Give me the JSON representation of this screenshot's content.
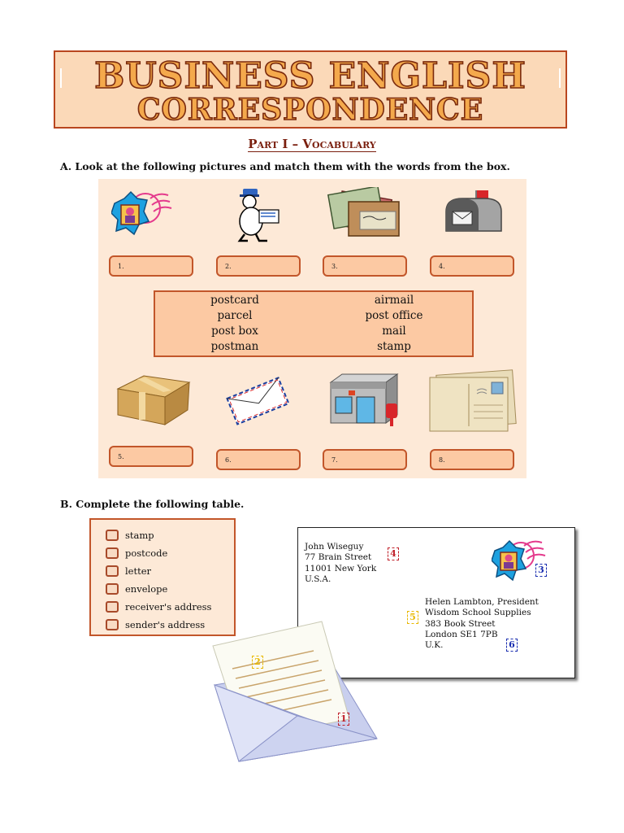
{
  "title": {
    "line1": "BUSINESS ENGLISH",
    "line2": "CORRESPONDENCE"
  },
  "part_heading": "Part I – Vocabulary",
  "section_a": {
    "instruction": "A. Look at the following pictures and match them with the words from the box.",
    "answer_labels": [
      "1.",
      "2.",
      "3.",
      "4.",
      "5.",
      "6.",
      "7.",
      "8."
    ],
    "words_left": [
      "postcard",
      "parcel",
      "post box",
      "postman"
    ],
    "words_right": [
      "airmail",
      "post office",
      "mail",
      "stamp"
    ],
    "pictures": [
      "stamp-picture",
      "postman-picture",
      "mail-picture",
      "mailbox-picture",
      "parcel-picture",
      "airmail-envelope-picture",
      "post-office-picture",
      "postcard-picture"
    ]
  },
  "section_b": {
    "instruction": "B. Complete the following table.",
    "items": [
      "stamp",
      "postcode",
      "letter",
      "envelope",
      "receiver's address",
      "sender's address"
    ],
    "sender_address": [
      "John Wiseguy",
      "77 Brain Street",
      "11001 New York",
      "U.S.A."
    ],
    "receiver_address": [
      "Helen Lambton, President",
      "Wisdom School Supplies",
      "383 Book Street",
      "London SE1 7PB",
      "U.K."
    ],
    "tags": [
      "1",
      "2",
      "3",
      "4",
      "5",
      "6"
    ]
  },
  "colors": {
    "title_fill": "#f4a94c",
    "title_stroke": "#7b2a0d",
    "panel_bg": "#fde9d7",
    "box_fill": "#fcc9a3",
    "box_border": "#c2562a",
    "tag_1": "#c0202a",
    "tag_2": "#e8b800",
    "tag_3": "#1b2fb0",
    "tag_4": "#c0202a",
    "tag_5": "#e8b800",
    "tag_6": "#1b2fb0"
  }
}
